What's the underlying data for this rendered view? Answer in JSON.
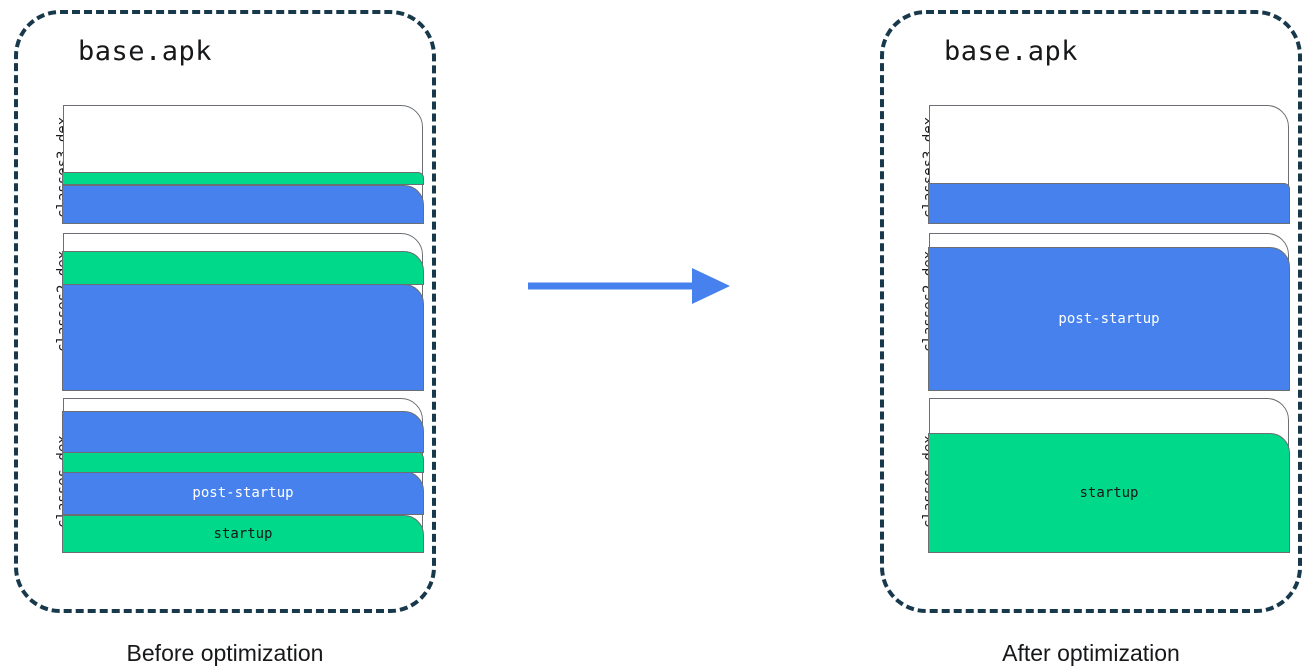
{
  "colors": {
    "startup": "#00d98a",
    "post_startup": "#4681ee",
    "empty": "#ffffff",
    "panel_border": "#17394b",
    "box_border": "#6b6f73",
    "arrow": "#4681ee",
    "text": "#17181a"
  },
  "legend_terms": {
    "startup": "startup",
    "post_startup": "post-startup"
  },
  "panels": [
    {
      "id": "before",
      "apk_title": "base.apk",
      "caption": "Before optimization",
      "dex_files": [
        {
          "name": "classes3.dex",
          "segments": [
            {
              "kind": "post-startup",
              "label": "",
              "height": 38
            },
            {
              "kind": "startup",
              "label": "",
              "height": 12
            },
            {
              "kind": "empty",
              "label": "",
              "height": 67
            }
          ]
        },
        {
          "name": "classes2.dex",
          "segments": [
            {
              "kind": "post-startup",
              "label": "",
              "height": 105
            },
            {
              "kind": "startup",
              "label": "",
              "height": 32
            },
            {
              "kind": "empty",
              "label": "",
              "height": 20
            }
          ]
        },
        {
          "name": "classes.dex",
          "segments": [
            {
              "kind": "startup",
              "label": "startup",
              "height": 37
            },
            {
              "kind": "post-startup",
              "label": "post-startup",
              "height": 42
            },
            {
              "kind": "startup",
              "label": "",
              "height": 21
            },
            {
              "kind": "post-startup",
              "label": "",
              "height": 40
            },
            {
              "kind": "empty",
              "label": "",
              "height": 14
            }
          ]
        }
      ]
    },
    {
      "id": "after",
      "apk_title": "base.apk",
      "caption": "After optimization",
      "dex_files": [
        {
          "name": "classes3.dex",
          "segments": [
            {
              "kind": "post-startup",
              "label": "",
              "height": 40
            },
            {
              "kind": "empty",
              "label": "",
              "height": 77
            }
          ]
        },
        {
          "name": "classes2.dex",
          "segments": [
            {
              "kind": "post-startup",
              "label": "post-startup",
              "height": 142
            },
            {
              "kind": "empty",
              "label": "",
              "height": 15
            }
          ]
        },
        {
          "name": "classes.dex",
          "segments": [
            {
              "kind": "startup",
              "label": "startup",
              "height": 118
            },
            {
              "kind": "empty",
              "label": "",
              "height": 36
            }
          ]
        }
      ]
    }
  ]
}
